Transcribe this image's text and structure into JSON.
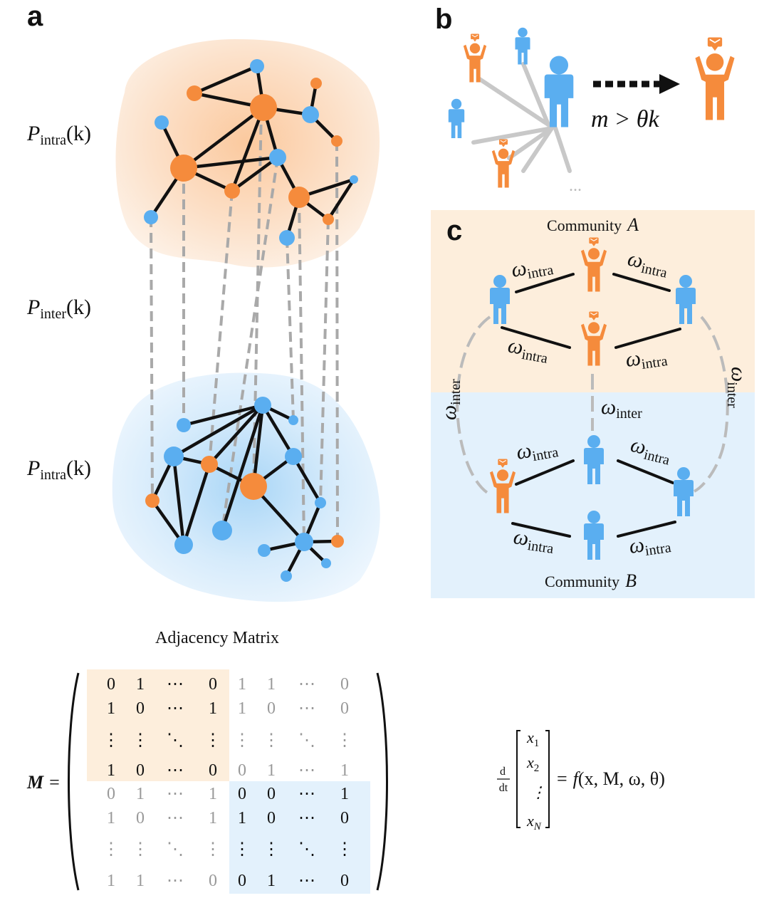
{
  "panel_labels": {
    "a": "a",
    "b": "b",
    "c": "c"
  },
  "panel_a": {
    "p_intra_top": {
      "main": "P",
      "sub": "intra",
      "arg": "(k)"
    },
    "p_inter": {
      "main": "P",
      "sub": "inter",
      "arg": "(k)"
    },
    "p_intra_bottom": {
      "main": "P",
      "sub": "intra",
      "arg": "(k)"
    }
  },
  "panel_b": {
    "condition": {
      "m": "m",
      "gt": ">",
      "theta": "θ",
      "k": "k"
    },
    "ellipsis": "..."
  },
  "panel_c": {
    "community_a": {
      "word": "Community",
      "letter": "A"
    },
    "community_b": {
      "word": "Community",
      "letter": "B"
    },
    "omega": "ω",
    "intra": "intra",
    "inter": "inter"
  },
  "matrix": {
    "title": "Adjacency Matrix",
    "lhs": "M",
    "eq": "=",
    "rows": [
      [
        "0",
        "1",
        "⋯",
        "0",
        "1",
        "1",
        "⋯",
        "0"
      ],
      [
        "1",
        "0",
        "⋯",
        "1",
        "1",
        "0",
        "⋯",
        "0"
      ],
      [
        "⋮",
        "⋮",
        "⋱",
        "⋮",
        "⋮",
        "⋮",
        "⋱",
        "⋮"
      ],
      [
        "1",
        "0",
        "⋯",
        "0",
        "0",
        "1",
        "⋯",
        "1"
      ],
      [
        "0",
        "1",
        "⋯",
        "1",
        "0",
        "0",
        "⋯",
        "1"
      ],
      [
        "1",
        "0",
        "⋯",
        "1",
        "1",
        "0",
        "⋯",
        "0"
      ],
      [
        "⋮",
        "⋮",
        "⋱",
        "⋮",
        "⋮",
        "⋮",
        "⋱",
        "⋮"
      ],
      [
        "1",
        "1",
        "⋯",
        "0",
        "0",
        "1",
        "⋯",
        "0"
      ]
    ]
  },
  "equation": {
    "d_top": "d",
    "d_bottom": "dt",
    "vector": [
      {
        "v": "x",
        "s": "1"
      },
      {
        "v": "x",
        "s": "2"
      },
      {
        "v": "⋮",
        "s": ""
      },
      {
        "v": "x",
        "s": "N"
      }
    ],
    "rhs": {
      "eq": "=",
      "f": "f",
      "args": "(x, M, ω, θ)"
    }
  },
  "colors": {
    "orange": "#F58B3C",
    "blue": "#5AAEF0",
    "orange_bg": "#FDEBD9",
    "blue_bg": "#E3F1FC",
    "edge": "#111111",
    "dashed": "#A9A9A9"
  }
}
